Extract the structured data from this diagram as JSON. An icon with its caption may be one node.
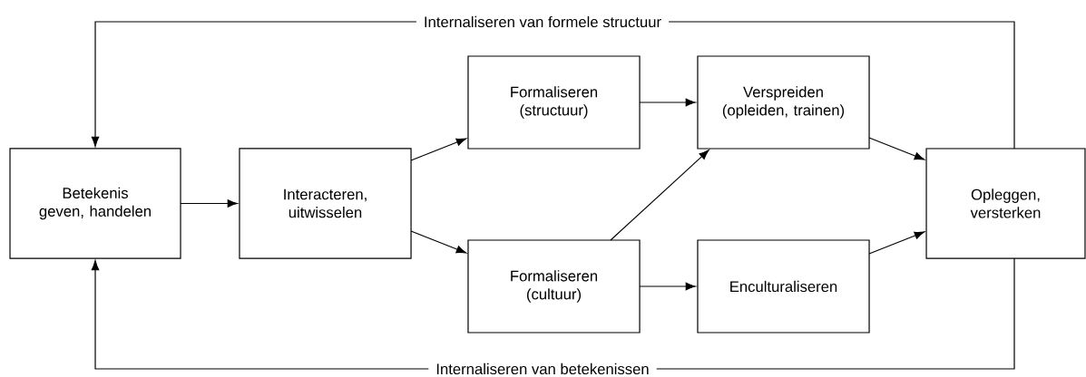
{
  "diagram": {
    "nodes": [
      {
        "text": [
          "Betekenis geven, handelen"
        ]
      },
      {
        "text": [
          "Interacteren, uitwisselen"
        ]
      },
      {
        "text": [
          "Formaliseren (structuur)"
        ]
      },
      {
        "text": [
          "Verspreiden (opleiden, trainen)"
        ]
      },
      {
        "text": [
          "Formaliseren (cultuur)"
        ]
      },
      {
        "text": [
          "Enculturaliseren"
        ]
      },
      {
        "text": [
          "Opleggen, versterken"
        ]
      }
    ],
    "edges": [
      {
        "from": 0,
        "to": 1,
        "arrow": "to"
      },
      {
        "from": 1,
        "to": 2,
        "arrow": "to"
      },
      {
        "from": 1,
        "to": 4,
        "arrow": "to"
      },
      {
        "from": 2,
        "to": 3,
        "arrow": "to"
      },
      {
        "from": 4,
        "to": 3,
        "arrow": "to"
      },
      {
        "from": 4,
        "to": 5,
        "arrow": "to"
      },
      {
        "from": 3,
        "to": 6,
        "arrow": "to"
      },
      {
        "from": 5,
        "to": 6,
        "arrow": "to"
      },
      {
        "from": 6,
        "to": 0,
        "arrow": "to",
        "label": "Internaliseren van formele structuur"
      },
      {
        "from": 6,
        "to": 0,
        "arrow": "to",
        "label": "Internaliseren van betekenissen"
      }
    ]
  }
}
